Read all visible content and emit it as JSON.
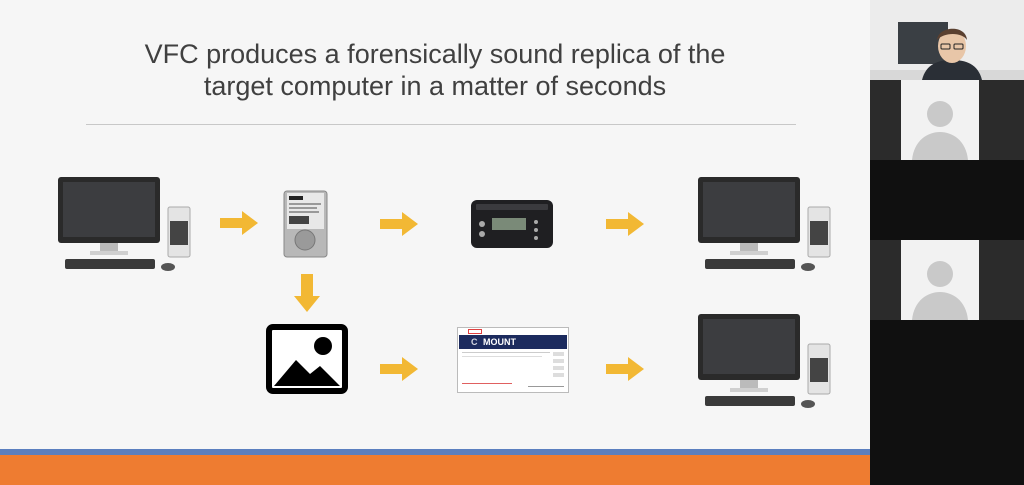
{
  "slide": {
    "title_line1": "VFC produces a forensically sound replica of the",
    "title_line2": "target computer in a matter of seconds"
  },
  "screenshot_thumb": {
    "banner_text": "MOUNT",
    "banner_prefix": "C"
  },
  "colors": {
    "arrow": "#f2b834",
    "band_blue": "#5b7fbf",
    "band_orange": "#ee7c31",
    "title_text": "#404040"
  },
  "participants": [
    {
      "kind": "video"
    },
    {
      "kind": "avatar"
    },
    {
      "kind": "empty"
    },
    {
      "kind": "avatar"
    },
    {
      "kind": "empty"
    }
  ]
}
